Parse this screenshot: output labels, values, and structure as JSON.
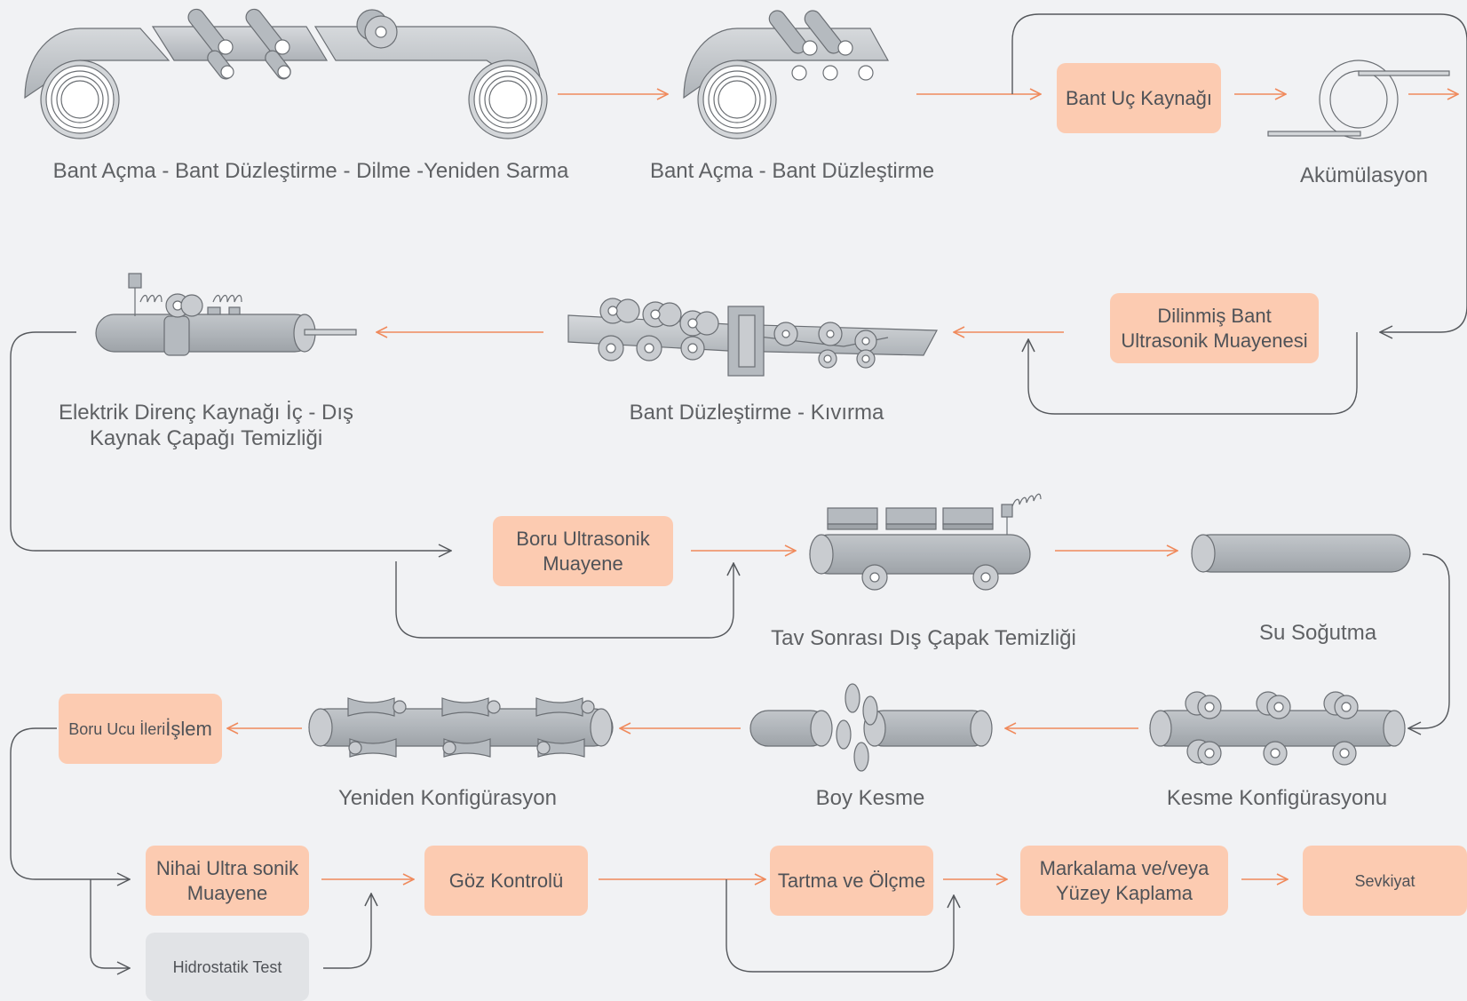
{
  "stations": {
    "s1": "Bant Açma - Bant Düzleştirme - Dilme -Yeniden Sarma",
    "s2": "Bant Açma - Bant Düzleştirme",
    "s3": "Akümülasyon",
    "s4_line1": "Elektrik Direnç Kaynağı İç - Dış",
    "s4_line2": "Kaynak Çapağı Temizliği",
    "s5": "Bant Düzleştirme - Kıvırma",
    "s6": "Tav Sonrası Dış Çapak Temizliği",
    "s7": "Su Soğutma",
    "s8": "Yeniden Konfigürasyon",
    "s9": "Boy Kesme",
    "s10": "Kesme Konfigürasyonu"
  },
  "boxes": {
    "uc_kaynagi": "Bant Uç Kaynağı",
    "dilinmis_line1": "Dilinmiş Bant",
    "dilinmis_line2": "Ultrasonik Muayenesi",
    "boru_us_line1": "Boru Ultrasonik",
    "boru_us_line2": "Muayene",
    "boru_ucu_a": "Boru Ucu İleri ",
    "boru_ucu_b": "İşlem",
    "nihai_line1": "Nihai Ultra sonik",
    "nihai_line2": "Muayene",
    "hidrostatik": "Hidrostatik Test",
    "goz": "Göz Kontrolü",
    "tartma": "Tartma ve Ölçme",
    "markalama_line1": "Markalama ve/veya",
    "markalama_line2": "Yüzey Kaplama",
    "sevkiyat": "Sevkiyat"
  },
  "colors": {
    "arrow_orange": "#f08a5c",
    "line_dark": "#55585c",
    "box_orange": "#fccbb1",
    "box_gray": "#e1e3e6",
    "machine_fill": "#b5babf",
    "machine_stroke": "#6b6f74"
  }
}
